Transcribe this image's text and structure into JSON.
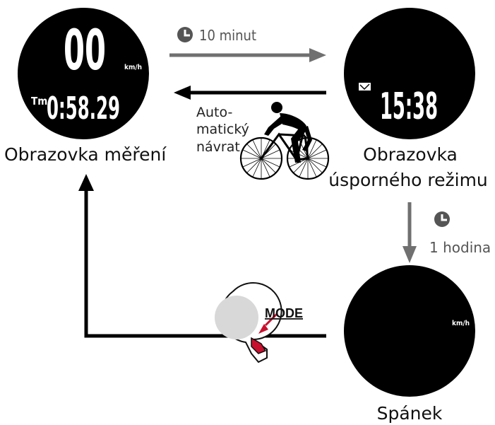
{
  "screens": {
    "measurement": {
      "caption": "Obrazovka měření",
      "speed": "00",
      "speed_unit": "km/h",
      "time_prefix": "Tm",
      "time_value": "0:58.29"
    },
    "power_saving": {
      "caption_line1": "Obrazovka",
      "caption_line2": "úsporného režimu",
      "clock": "15:38"
    },
    "sleep": {
      "caption": "Spánek",
      "speed_unit": "km/h"
    }
  },
  "transitions": {
    "to_power_saving": "10 minut",
    "to_sleep": "1 hodina",
    "auto_return_line1": "Auto-",
    "auto_return_line2": "matický",
    "auto_return_line3": "návrat"
  },
  "button": {
    "label": "MODE"
  },
  "colors": {
    "accent": "#c8102e",
    "arrow_gray": "#707070",
    "display": "#000000"
  }
}
